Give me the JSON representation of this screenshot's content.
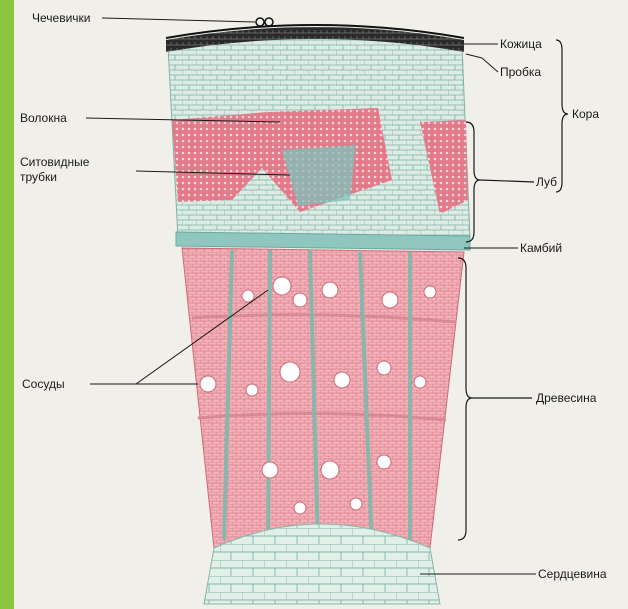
{
  "labels": {
    "lenticels": "Чечевички",
    "epidermis": "Кожица",
    "cork": "Пробка",
    "bark": "Кора",
    "fibers": "Волокна",
    "sieve_tubes_line1": "Ситовидные",
    "sieve_tubes_line2": "трубки",
    "phloem": "Луб",
    "cambium": "Камбий",
    "vessels": "Сосуды",
    "wood": "Древесина",
    "pith": "Сердцевина"
  },
  "colors": {
    "background": "#8cc63f",
    "paper": "#f1efe9",
    "cork": "#1c1c1c",
    "parenchyma": "#d8ebe3",
    "fiber": "#e58a97",
    "wood": "#f0a9b2",
    "cambium": "#8fc7c0",
    "leader": "#1a1a1a"
  }
}
